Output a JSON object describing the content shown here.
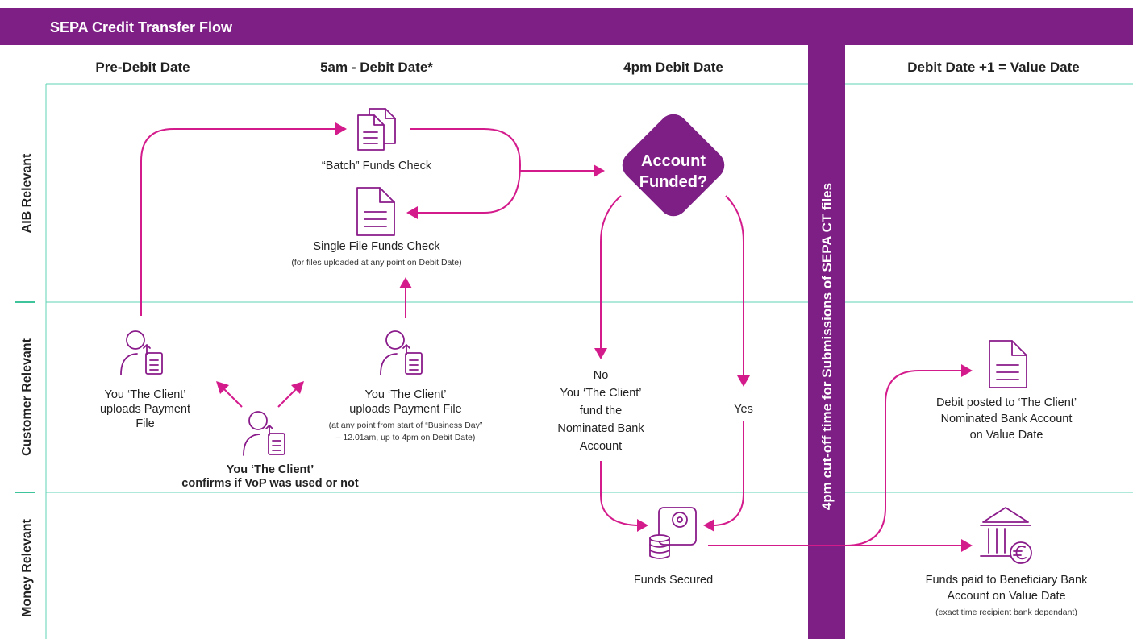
{
  "title": "SEPA Credit Transfer Flow",
  "columns": {
    "pre_debit": "Pre-Debit Date",
    "debit_5am": "5am - Debit Date*",
    "debit_4pm": "4pm Debit Date",
    "value_date": "Debit Date +1 = Value Date"
  },
  "lanes": {
    "aib": "AIB Relevant",
    "customer": "Customer Relevant",
    "money": "Money Relevant"
  },
  "cutoff_label": "4pm cut-off time for Submissions of SEPA CT files",
  "decision": {
    "line1": "Account",
    "line2": "Funded?"
  },
  "nodes": {
    "batch_check": "“Batch” Funds Check",
    "single_check": "Single File Funds Check",
    "single_check_note": "(for files uploaded at any point on Debit Date)",
    "client_upload_1": {
      "line1": "You ‘The Client’",
      "line2": "uploads Payment",
      "line3": "File"
    },
    "client_upload_2": {
      "line1": "You ‘The Client’",
      "line2": "uploads Payment File",
      "note1": "(at any point from start of “Business Day”",
      "note2": "– 12.01am, up to 4pm on Debit Date)"
    },
    "client_vop": {
      "line1": "You ‘The Client’",
      "line2": "confirms if VoP was used or not"
    },
    "no_branch": {
      "label": "No",
      "line1": "You ‘The Client’",
      "line2": "fund the",
      "line3": "Nominated Bank",
      "line4": "Account"
    },
    "yes_branch": "Yes",
    "funds_secured": "Funds Secured",
    "debit_posted": {
      "line1": "Debit posted to ‘The Client’",
      "line2": "Nominated Bank Account",
      "line3": "on Value Date"
    },
    "funds_paid": {
      "line1": "Funds paid to Beneficiary Bank",
      "line2": "Account on Value Date",
      "note": "(exact time recipient bank dependant)"
    }
  },
  "colors": {
    "header_purple": "#7e1f86",
    "arrow_magenta": "#d41b8c",
    "icon_purple": "#8a1b8a",
    "lane_line": "#5fd3b3"
  }
}
